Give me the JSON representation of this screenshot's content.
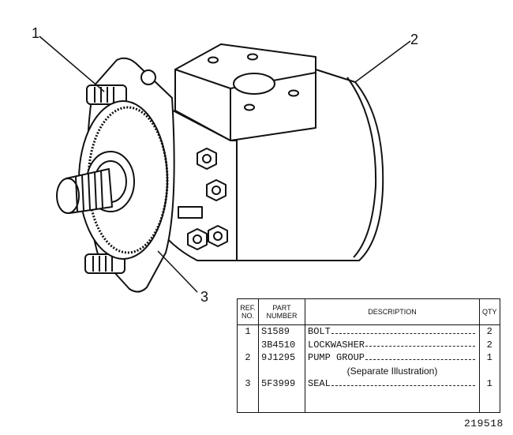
{
  "callouts": [
    "1",
    "2",
    "3"
  ],
  "table": {
    "headers": {
      "ref_line1": "REF.",
      "ref_line2": "NO.",
      "part_line1": "PART",
      "part_line2": "NUMBER",
      "description": "DESCRIPTION",
      "qty": "QTY"
    },
    "rows": [
      {
        "ref": "1",
        "part": "S1589",
        "desc": "BOLT",
        "qty": "2"
      },
      {
        "ref": "",
        "part": "3B4510",
        "desc": "LOCKWASHER",
        "qty": "2"
      },
      {
        "ref": "2",
        "part": "9J1295",
        "desc": "PUMP GROUP",
        "qty": "1"
      },
      {
        "ref": "",
        "part": "",
        "desc": "(Separate Illustration)",
        "qty": ""
      },
      {
        "ref": "3",
        "part": "5F3999",
        "desc": "SEAL",
        "qty": "1"
      }
    ]
  },
  "drawing_number": "219518"
}
